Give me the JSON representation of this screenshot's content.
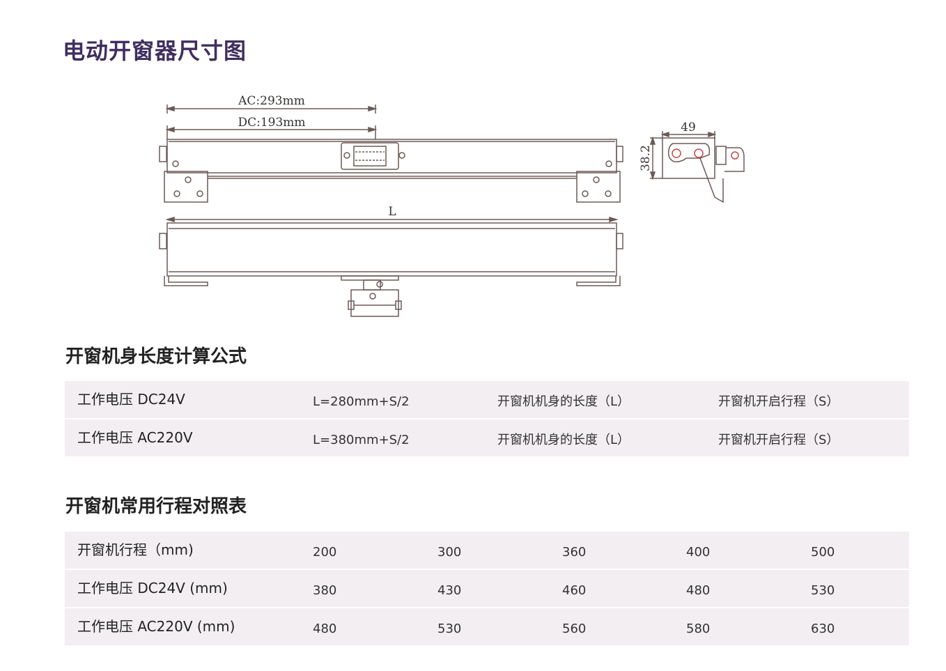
{
  "title": "电动开窗器尺寸图",
  "drawing": {
    "ac_dim": "AC:293mm",
    "dc_dim": "DC:193mm",
    "length_dim": "L",
    "width_dim": "49",
    "height_dim": "38.2"
  },
  "formula_section": {
    "heading": "开窗机身长度计算公式",
    "rows": [
      {
        "voltage": "工作电压 DC24V",
        "formula": "L=280mm+S/2",
        "l_desc": "开窗机机身的长度（L）",
        "s_desc": "开窗机开启行程（S）"
      },
      {
        "voltage": "工作电压 AC220V",
        "formula": "L=380mm+S/2",
        "l_desc": "开窗机机身的长度（L）",
        "s_desc": "开窗机开启行程（S）"
      }
    ]
  },
  "stroke_section": {
    "heading": "开窗机常用行程对照表",
    "rows": [
      {
        "label": "开窗机行程（mm)",
        "values": [
          "200",
          "300",
          "360",
          "400",
          "500"
        ]
      },
      {
        "label": "工作电压 DC24V (mm)",
        "values": [
          "380",
          "430",
          "460",
          "480",
          "530"
        ]
      },
      {
        "label": "工作电压 AC220V (mm)",
        "values": [
          "480",
          "530",
          "560",
          "580",
          "630"
        ]
      }
    ]
  }
}
